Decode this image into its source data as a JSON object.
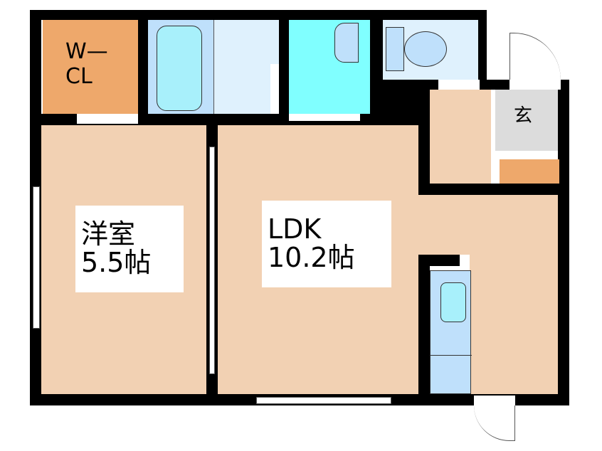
{
  "floorplan": {
    "rooms": [
      {
        "id": "western-room",
        "name": "洋室",
        "size": "5.5帖"
      },
      {
        "id": "ldk",
        "name": "LDK",
        "size": "10.2帖"
      },
      {
        "id": "walk-in-closet",
        "line1": "W—",
        "line2": "CL"
      },
      {
        "id": "entrance",
        "name": "玄"
      }
    ],
    "colors": {
      "wall": "#000000",
      "floor": "#f2d1b3",
      "closet": "#eea86b",
      "bath": "#bfe0fb",
      "washroom": "#dff1fd",
      "toilet_room": "#80ffff",
      "entrance": "#dcdcdc"
    }
  }
}
